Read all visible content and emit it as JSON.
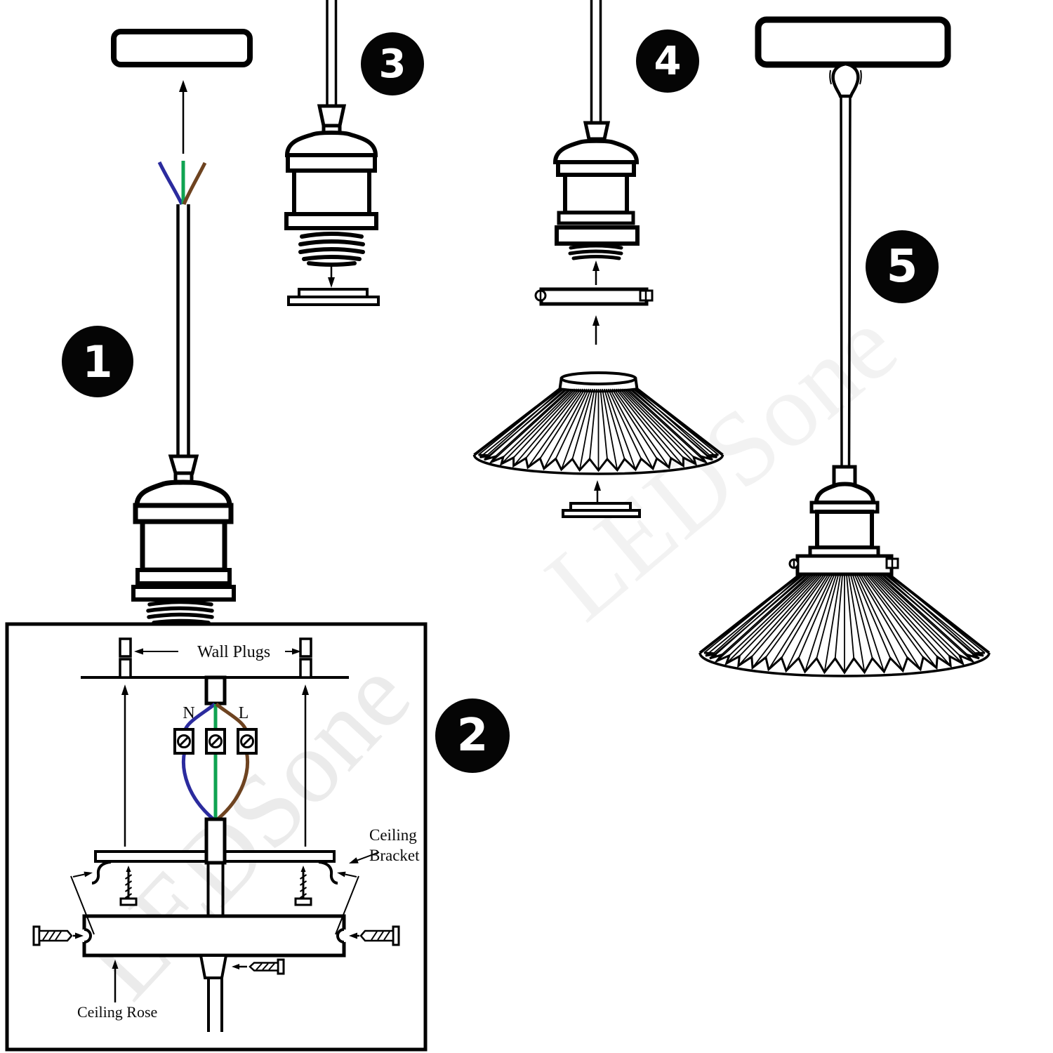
{
  "steps": [
    {
      "number": "1"
    },
    {
      "number": "2"
    },
    {
      "number": "3"
    },
    {
      "number": "4"
    },
    {
      "number": "5"
    }
  ],
  "wiring_box": {
    "wall_plugs_label": "Wall Plugs",
    "neutral_label": "N",
    "live_label": "L",
    "ceiling_bracket_label": "Ceiling Bracket",
    "ceiling_rose_label": "Ceiling Rose"
  },
  "watermark_text": "LEDSone",
  "colors": {
    "line": "#000000",
    "wire_neutral": "#2b2b9e",
    "wire_earth": "#0fa351",
    "wire_live": "#6e4320"
  }
}
